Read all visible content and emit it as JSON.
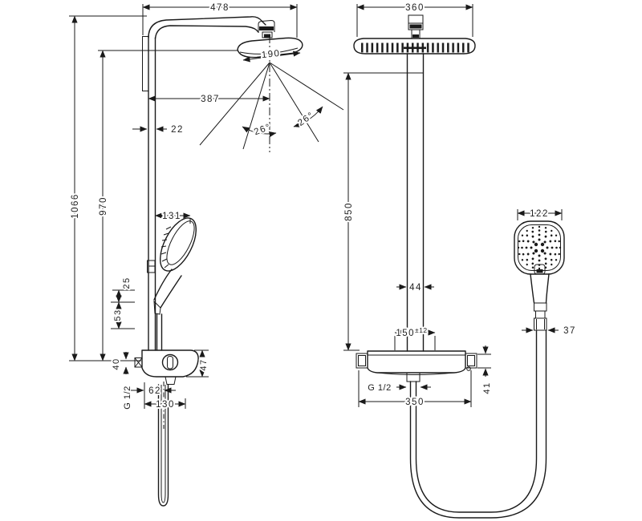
{
  "drawing": {
    "type": "shower-system-technical-drawing",
    "line_color": "#1a1a1a",
    "background": "#ffffff"
  },
  "dims_left": {
    "total_width": "478",
    "overall_height": "1066",
    "bar_height": "970",
    "head_depth": "190",
    "arm_projection": "387",
    "pipe_depth": "22",
    "tilt_left": "26°",
    "tilt_right": "26°",
    "handshower_offset": "131",
    "holder_upper": "25",
    "holder_lower": "53",
    "outlet_height": "40",
    "valve_height": "47",
    "thread": "G 1/2",
    "hose_outlet_offset": "62",
    "valve_depth": "130"
  },
  "dims_right": {
    "head_width": "360",
    "pipe_height": "850",
    "pipe_width": "44",
    "handshower_width": "122",
    "hose_nut_width": "37",
    "connection_spacing": "150",
    "connection_tolerance": "±12",
    "thread": "G 1/2",
    "valve_width": "350",
    "fitting_height": "41"
  }
}
